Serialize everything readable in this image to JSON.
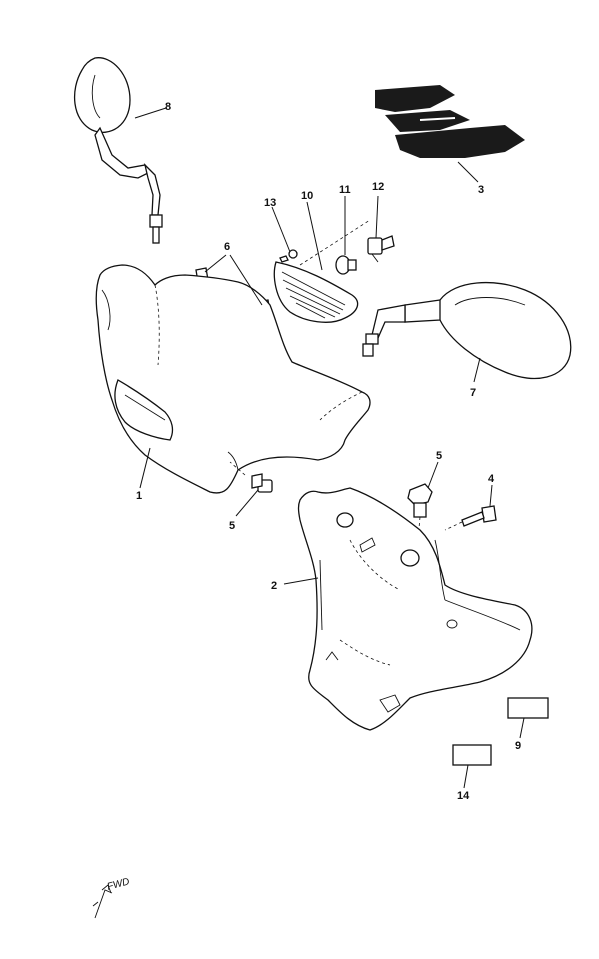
{
  "callouts": {
    "c1": "1",
    "c2": "2",
    "c3": "3",
    "c4": "4",
    "c5a": "5",
    "c5b": "5",
    "c6": "6",
    "c7": "7",
    "c8": "8",
    "c9": "9",
    "c10": "10",
    "c11": "11",
    "c12": "12",
    "c13": "13",
    "c14": "14"
  },
  "forward_mark": "FWD"
}
